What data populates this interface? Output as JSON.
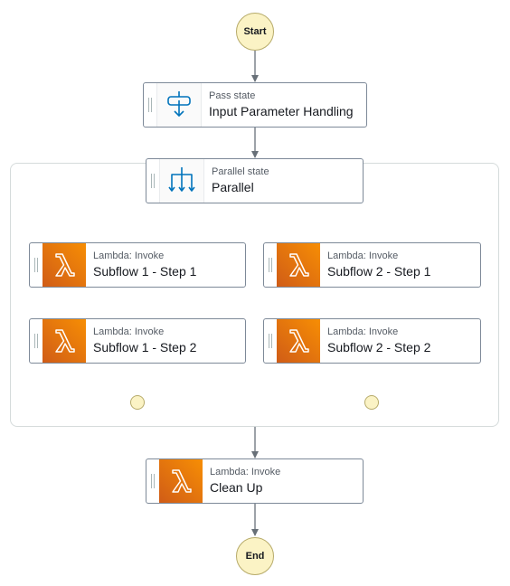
{
  "flow": {
    "start_label": "Start",
    "end_label": "End"
  },
  "states": {
    "pass": {
      "type": "Pass state",
      "name": "Input Parameter Handling",
      "icon": "pass-state-icon"
    },
    "parallel": {
      "type": "Parallel state",
      "name": "Parallel",
      "icon": "parallel-state-icon"
    },
    "subflow1_step1": {
      "type": "Lambda: Invoke",
      "name": "Subflow 1 - Step 1",
      "icon": "lambda-icon"
    },
    "subflow1_step2": {
      "type": "Lambda: Invoke",
      "name": "Subflow 1 - Step 2",
      "icon": "lambda-icon"
    },
    "subflow2_step1": {
      "type": "Lambda: Invoke",
      "name": "Subflow 2 - Step 1",
      "icon": "lambda-icon"
    },
    "subflow2_step2": {
      "type": "Lambda: Invoke",
      "name": "Subflow 2 - Step 2",
      "icon": "lambda-icon"
    },
    "cleanup": {
      "type": "Lambda: Invoke",
      "name": "Clean Up",
      "icon": "lambda-icon"
    }
  },
  "colors": {
    "terminal_fill": "#fbf3c5",
    "edge": "#687078",
    "lambda_gradient_start": "#f78e04",
    "lambda_gradient_end": "#d05c17",
    "flow_icon": "#0073bb"
  }
}
